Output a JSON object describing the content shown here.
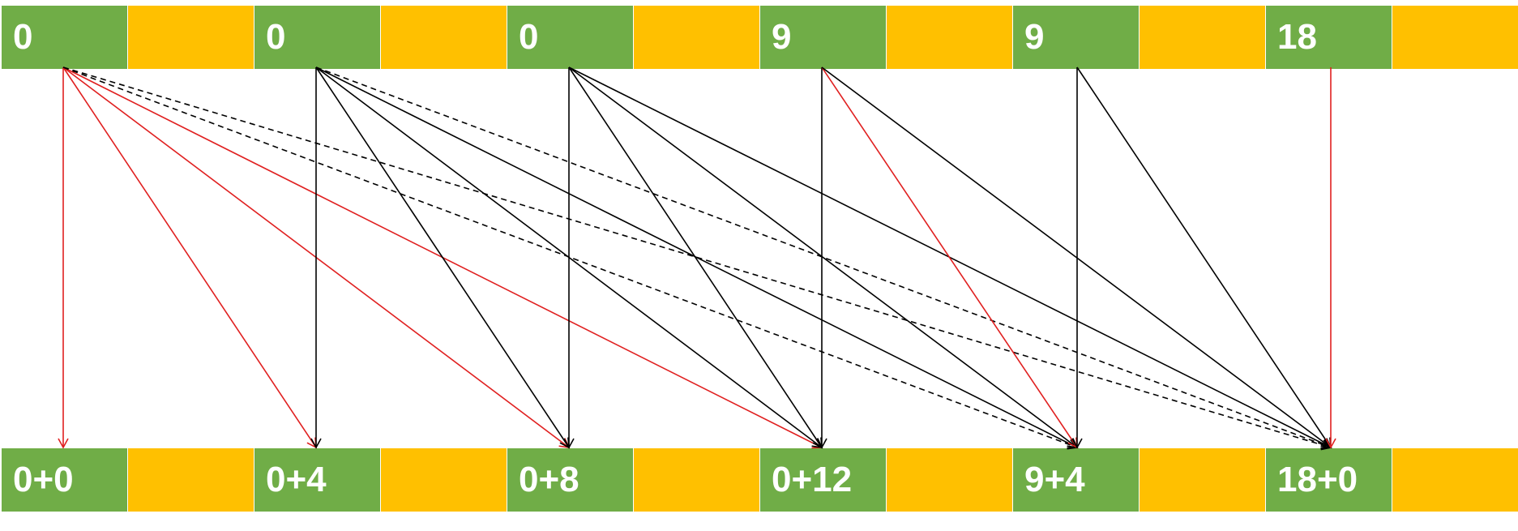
{
  "top_row": {
    "cells": [
      {
        "label": "0"
      },
      {
        "label": ""
      },
      {
        "label": "0"
      },
      {
        "label": ""
      },
      {
        "label": "0"
      },
      {
        "label": ""
      },
      {
        "label": "9"
      },
      {
        "label": ""
      },
      {
        "label": "9"
      },
      {
        "label": ""
      },
      {
        "label": "18"
      },
      {
        "label": ""
      }
    ]
  },
  "bottom_row": {
    "cells": [
      {
        "label": "0+0"
      },
      {
        "label": ""
      },
      {
        "label": "0+4"
      },
      {
        "label": ""
      },
      {
        "label": "0+8"
      },
      {
        "label": ""
      },
      {
        "label": "0+12"
      },
      {
        "label": ""
      },
      {
        "label": "9+4"
      },
      {
        "label": ""
      },
      {
        "label": "18+0"
      },
      {
        "label": ""
      }
    ]
  },
  "colors": {
    "cell_green": "#70ad47",
    "cell_yellow": "#ffc000",
    "arrow_red": "#e02020",
    "arrow_black": "#000000"
  },
  "edges": [
    {
      "from": 0,
      "to": 0,
      "style": "red"
    },
    {
      "from": 0,
      "to": 1,
      "style": "red"
    },
    {
      "from": 0,
      "to": 2,
      "style": "red"
    },
    {
      "from": 0,
      "to": 3,
      "style": "red"
    },
    {
      "from": 0,
      "to": 4,
      "style": "dashed"
    },
    {
      "from": 0,
      "to": 5,
      "style": "dashed"
    },
    {
      "from": 1,
      "to": 1,
      "style": "black"
    },
    {
      "from": 1,
      "to": 2,
      "style": "black"
    },
    {
      "from": 1,
      "to": 3,
      "style": "black"
    },
    {
      "from": 1,
      "to": 4,
      "style": "black"
    },
    {
      "from": 1,
      "to": 5,
      "style": "dashed"
    },
    {
      "from": 2,
      "to": 2,
      "style": "black"
    },
    {
      "from": 2,
      "to": 3,
      "style": "black"
    },
    {
      "from": 2,
      "to": 4,
      "style": "black"
    },
    {
      "from": 2,
      "to": 5,
      "style": "black"
    },
    {
      "from": 3,
      "to": 3,
      "style": "black"
    },
    {
      "from": 3,
      "to": 4,
      "style": "red"
    },
    {
      "from": 3,
      "to": 5,
      "style": "black"
    },
    {
      "from": 4,
      "to": 4,
      "style": "black"
    },
    {
      "from": 4,
      "to": 5,
      "style": "black"
    },
    {
      "from": 5,
      "to": 5,
      "style": "red"
    }
  ]
}
